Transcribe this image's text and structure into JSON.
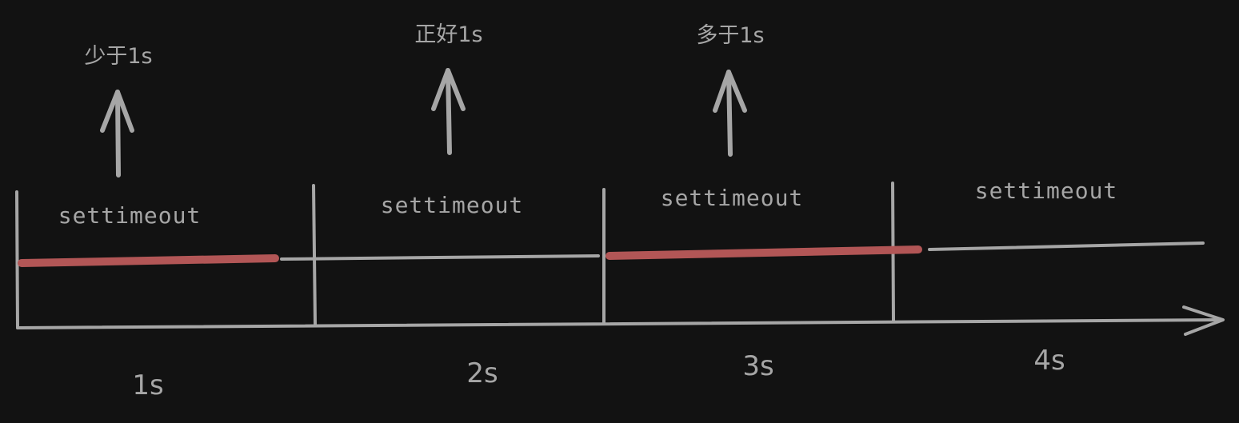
{
  "colors": {
    "background": "#121212",
    "stroke": "#a6a6a6",
    "highlight": "#b25656"
  },
  "annotations": [
    {
      "text": "少于1s"
    },
    {
      "text": "正好1s"
    },
    {
      "text": "多于1s"
    }
  ],
  "timers": [
    {
      "text": "settimeout"
    },
    {
      "text": "settimeout"
    },
    {
      "text": "settimeout"
    },
    {
      "text": "settimeout"
    }
  ],
  "ticks": [
    {
      "text": "1s"
    },
    {
      "text": "2s"
    },
    {
      "text": "3s"
    },
    {
      "text": "4s"
    }
  ]
}
